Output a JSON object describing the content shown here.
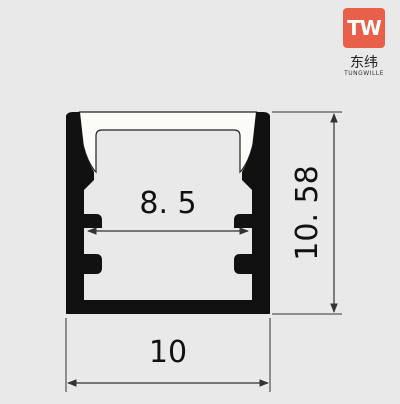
{
  "logo": {
    "mark": "TW",
    "chinese_name": "东纬",
    "brand_name": "TUNGWILLE",
    "colors": {
      "badge": "#e8604a",
      "badge_text": "#ffffff"
    }
  },
  "dimensions": {
    "inner_width": "8. 5",
    "total_height": "10. 58",
    "outer_width": "10"
  },
  "colors": {
    "profile": "#111111",
    "diffuser": "#fbfbf7",
    "background": "#e9e9e9",
    "dimension_lines": "#333333"
  }
}
